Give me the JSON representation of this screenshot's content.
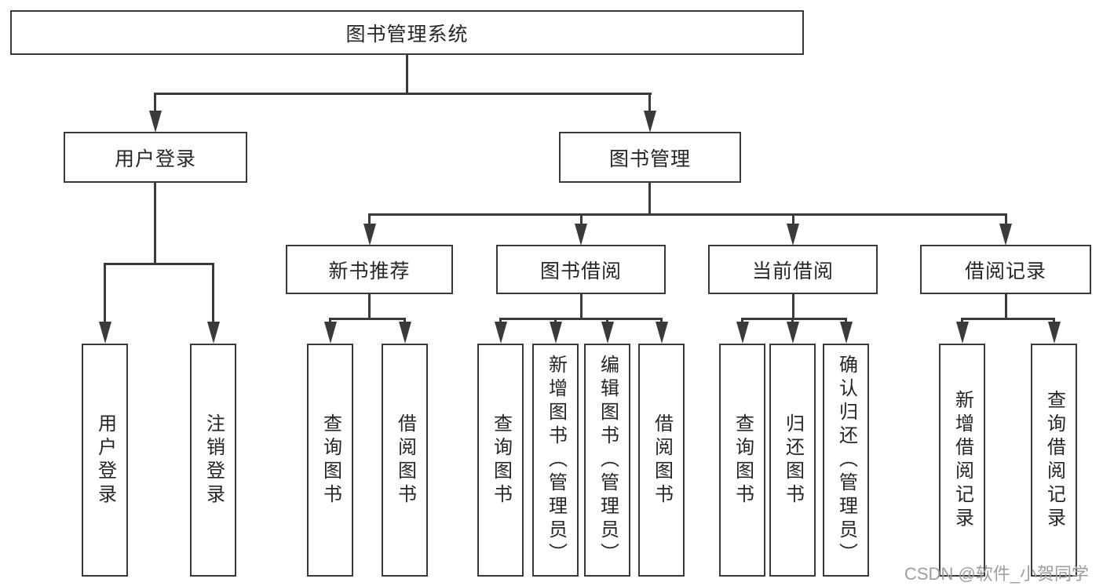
{
  "diagram": {
    "root": {
      "label": "图书管理系统"
    },
    "level2": [
      {
        "id": "user-login",
        "label": "用户登录"
      },
      {
        "id": "book-management",
        "label": "图书管理"
      }
    ],
    "level3": [
      {
        "id": "new-book-recommend",
        "label": "新书推荐"
      },
      {
        "id": "book-borrow",
        "label": "图书借阅"
      },
      {
        "id": "current-borrow",
        "label": "当前借阅"
      },
      {
        "id": "borrow-records",
        "label": "借阅记录"
      }
    ],
    "leaves": [
      {
        "id": "user-login",
        "label": "用户登录"
      },
      {
        "id": "logout",
        "label": "注销登录"
      },
      {
        "id": "query-books-recommend",
        "label": "查询图书"
      },
      {
        "id": "borrow-books-recommend",
        "label": "借阅图书"
      },
      {
        "id": "query-books-borrow",
        "label": "查询图书"
      },
      {
        "id": "add-books-admin",
        "label": "新增图书（管理员）"
      },
      {
        "id": "edit-books-admin",
        "label": "编辑图书（管理员）"
      },
      {
        "id": "borrow-books",
        "label": "借阅图书"
      },
      {
        "id": "query-books-current",
        "label": "查询图书"
      },
      {
        "id": "return-books",
        "label": "归还图书"
      },
      {
        "id": "confirm-return-admin",
        "label": "确认归还（管理员）"
      },
      {
        "id": "add-borrow-record",
        "label": "新增借阅记录"
      },
      {
        "id": "query-borrow-record",
        "label": "查询借阅记录"
      }
    ]
  },
  "watermark": {
    "text": "CSDN @软件_小贺同学"
  },
  "colors": {
    "line": "#3a3a3a",
    "text": "#262626",
    "watermark": "#9e9e9e",
    "background": "#ffffff"
  }
}
